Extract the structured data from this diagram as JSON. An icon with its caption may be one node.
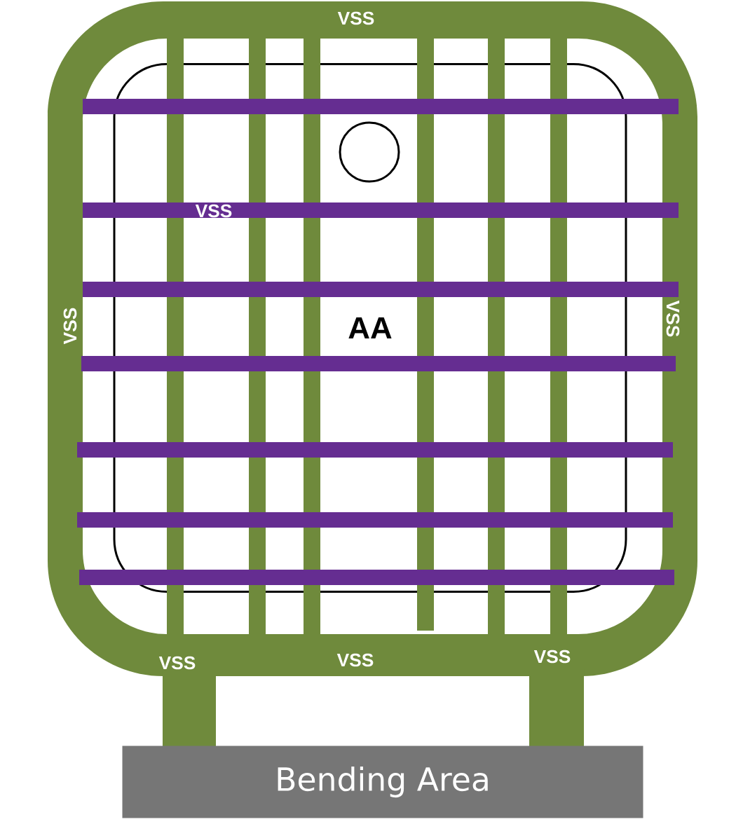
{
  "diagram": {
    "nodes": [
      {
        "text": [
          "AA"
        ]
      },
      {
        "text": [
          "Bending Area"
        ]
      }
    ],
    "labels": [
      "VSS",
      "VSS",
      "VSS",
      "VSS",
      "VSS",
      "VSS",
      "VSS"
    ]
  }
}
